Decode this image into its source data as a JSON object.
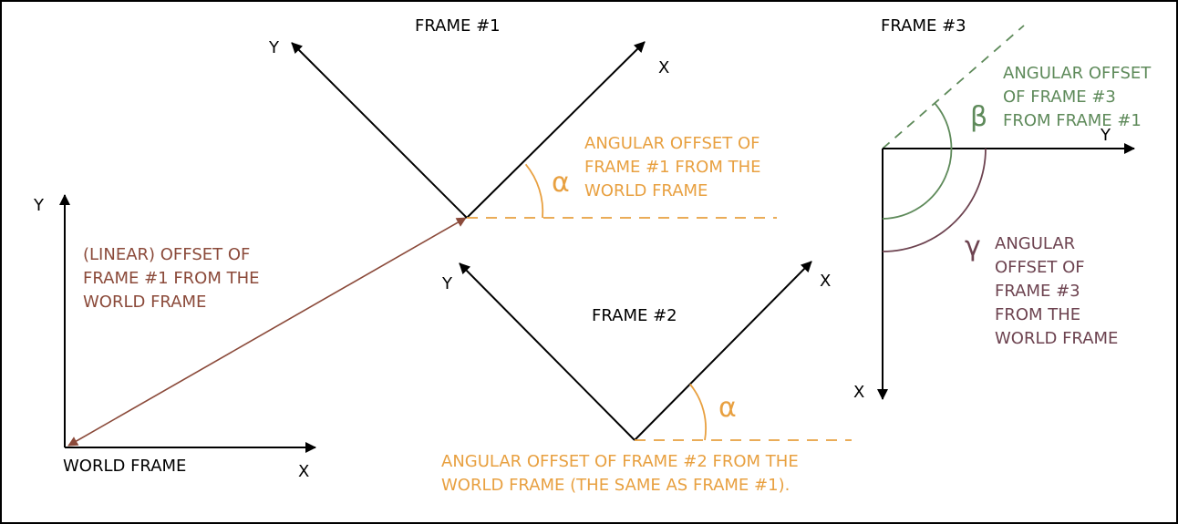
{
  "colors": {
    "black": "#000000",
    "orange": "#e8a040",
    "brown": "#8b4a3a",
    "green": "#5e8a5a",
    "maroon": "#6d4350",
    "frame_border": "#000000"
  },
  "world_frame": {
    "label": "WORLD FRAME",
    "x_axis": "X",
    "y_axis": "Y"
  },
  "frame1": {
    "label": "FRAME #1",
    "x_axis": "X",
    "y_axis": "Y",
    "angle_symbol": "α",
    "angle_note": [
      "ANGULAR OFFSET OF",
      "FRAME #1 FROM THE",
      "WORLD FRAME"
    ]
  },
  "linear_offset": {
    "note": [
      "(LINEAR) OFFSET OF",
      "FRAME #1 FROM THE",
      "WORLD FRAME"
    ]
  },
  "frame2": {
    "label": "FRAME #2",
    "x_axis": "X",
    "y_axis": "Y",
    "angle_symbol": "α",
    "angle_note": [
      "ANGULAR OFFSET OF FRAME #2 FROM THE",
      "WORLD FRAME (THE SAME AS FRAME #1)."
    ]
  },
  "frame3": {
    "label": "FRAME #3",
    "x_axis": "X",
    "y_axis": "Y",
    "beta_symbol": "β",
    "beta_note": [
      "ANGULAR OFFSET",
      "OF FRAME #3",
      "FROM FRAME #1"
    ],
    "gamma_symbol": "γ",
    "gamma_note": [
      "ANGULAR",
      "OFFSET OF",
      "FRAME #3",
      "FROM THE",
      "WORLD FRAME"
    ]
  }
}
